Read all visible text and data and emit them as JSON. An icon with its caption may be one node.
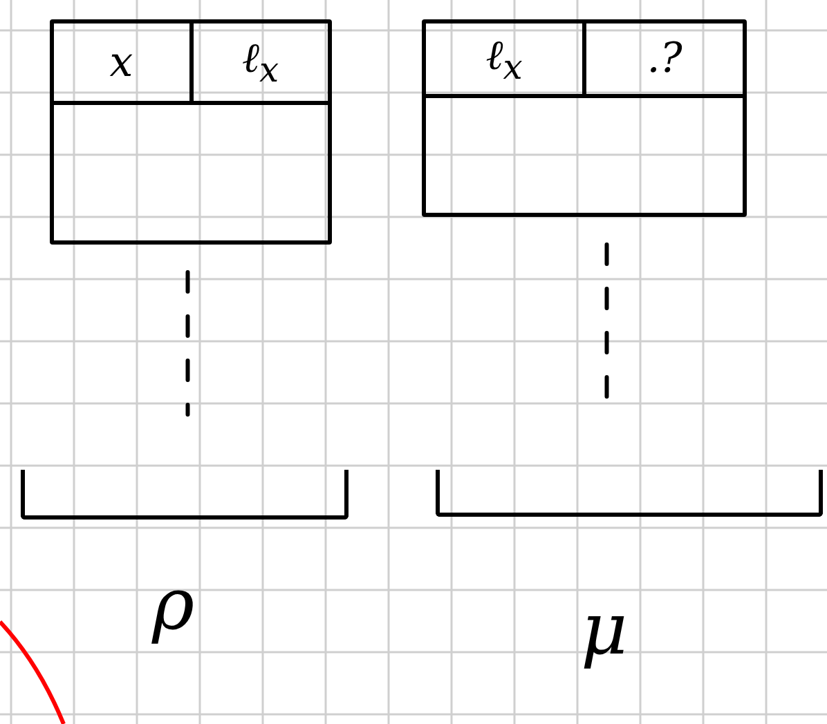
{
  "diagram": {
    "nodes": [
      {
        "text": [
          "x",
          "ℓ$_{x}$"
        ]
      },
      {
        "text": [
          "ℓ$_{x}$",
          ".?"
        ]
      },
      {
        "text": [],
        "shape": "bar",
        "beside": [
          "ρ"
        ]
      },
      {
        "text": [],
        "shape": "bar",
        "beside": [
          "μ"
        ]
      }
    ],
    "edges": [
      {
        "from": 0,
        "to": 2,
        "arrow": "none",
        "style": "dashed"
      },
      {
        "from": 1,
        "to": 3,
        "arrow": "none",
        "style": "dashed"
      }
    ]
  }
}
